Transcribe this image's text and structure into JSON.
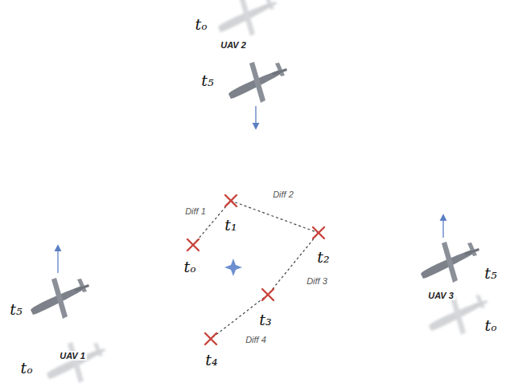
{
  "diagram": {
    "labels": [
      "tₒ",
      "UAV 2",
      "t₅",
      "Diff 2",
      "Diff 1",
      "t₁",
      "t₂",
      "tₒ",
      "t₅",
      "Diff 3",
      "UAV 3",
      "t₅",
      "t₃",
      "tₒ",
      "Diff 4",
      "UAV 1",
      "t₄",
      "tₒ"
    ]
  }
}
